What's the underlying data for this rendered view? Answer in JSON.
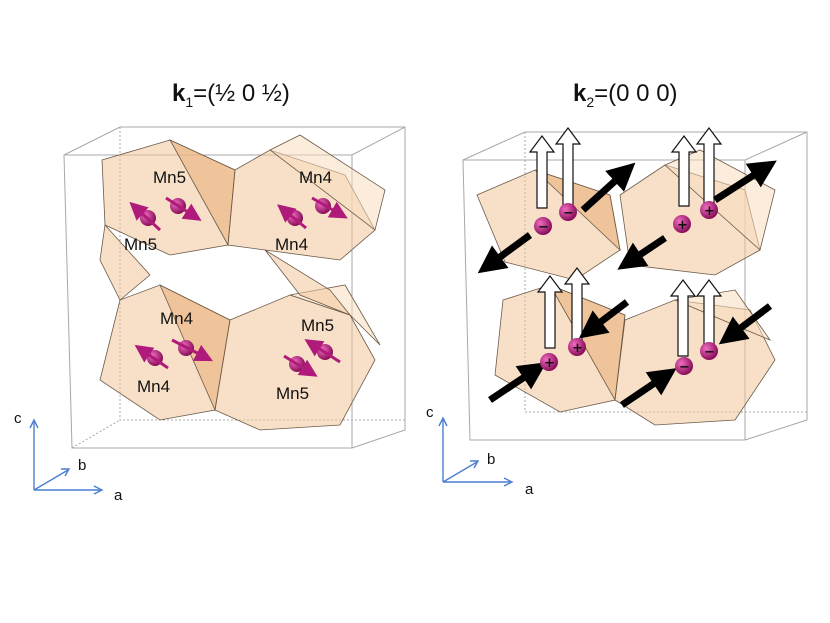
{
  "left_panel": {
    "title_k": "k",
    "title_sub": "1",
    "title_rest": "=(½ 0 ½)",
    "atom_labels": [
      "Mn5",
      "Mn4",
      "Mn5",
      "Mn4",
      "Mn4",
      "Mn5",
      "Mn4",
      "Mn5"
    ]
  },
  "right_panel": {
    "title_k": "k",
    "title_sub": "2",
    "title_rest": "=(0 0 0)",
    "signs": [
      "−",
      "−",
      "+",
      "+",
      "+",
      "+",
      "−",
      "−"
    ]
  },
  "axes": {
    "c": "c",
    "b": "b",
    "a": "a"
  },
  "colors": {
    "polyhedron": "#f3c79a",
    "atom": "#c0157e",
    "axis": "#4a7fd0",
    "cell_line": "#9a9a9a"
  }
}
